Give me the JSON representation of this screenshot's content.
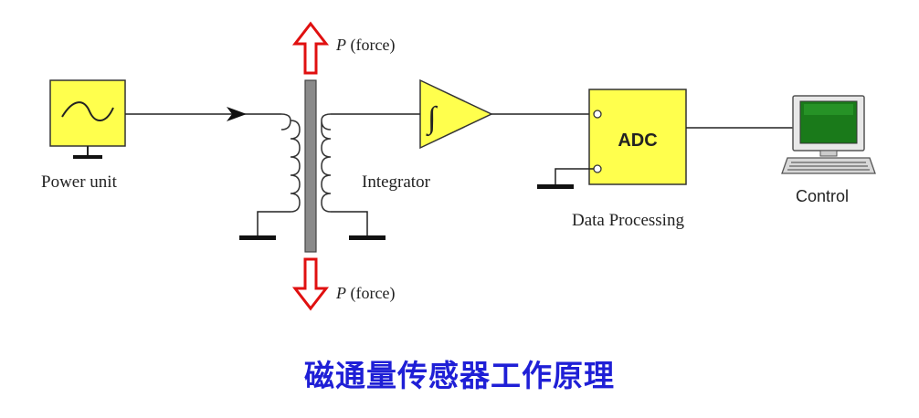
{
  "labels": {
    "power_unit": "Power unit",
    "force_top_symbol": "P",
    "force_top_text": "(force)",
    "force_bottom_symbol": "P",
    "force_bottom_text": "(force)",
    "integrator": "Integrator",
    "integrator_symbol": "∫",
    "adc": "ADC",
    "data_processing": "Data Processing",
    "control": "Control"
  },
  "caption": "磁通量传感器工作原理",
  "colors": {
    "block_fill": "#ffff4d",
    "block_stroke": "#333333",
    "force_arrow": "#e01010",
    "caption": "#1f1fd6",
    "monitor_screen": "#1a7a1a"
  }
}
